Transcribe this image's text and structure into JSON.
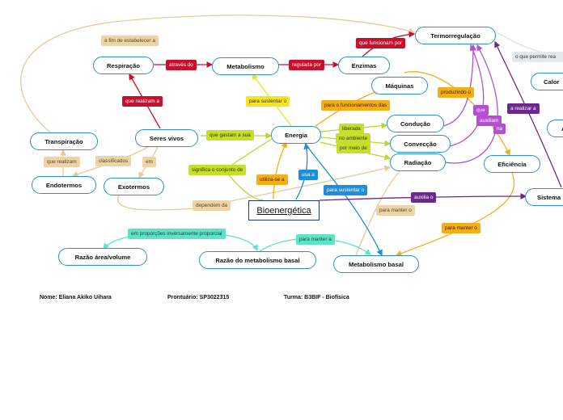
{
  "title": "Bioenergética",
  "nodes": {
    "termorregulacao": "Termorregulação",
    "respiracao": "Respiração",
    "metabolismo": "Metabolismo",
    "enzimas": "Enzimas",
    "maquinas": "Máquinas",
    "calor": "Calor",
    "a_partial": "A",
    "conducao": "Condução",
    "conveccao": "Convecção",
    "radiacao": "Radiação",
    "eficiencia": "Eficiência",
    "sistema": "Sistema",
    "transpiracao": "Transpiração",
    "seres_vivos": "Seres vivos",
    "energia": "Energia",
    "endotermos": "Endotermos",
    "exotermos": "Exotermos",
    "razao_area_volume": "Razão área/volume",
    "razao_metabolismo_basal": "Razão do metabolismo basal",
    "metabolismo_basal": "Metabolismo basal"
  },
  "links": {
    "a_fim_de_estabelecer_a": "a fim de estabelecer a",
    "que_funcionam_por": "que funcionam por",
    "atraves_do": "através do",
    "regulada_por": "regulada por",
    "que_realizam_a": "que realizam a",
    "para_sustentar_o": "para sustentar o",
    "para_o_funcionamentos_das": "para o funcionamentos das",
    "produzindo_o": "produzindo o",
    "que": "que",
    "auxiliam": "auxiliam",
    "na": "na",
    "a_realizar_a": "a realizar a",
    "o_que_permite_rea": "o que permite rea",
    "que_gastam_a_sua": "que gastam a sua",
    "liberada": "liberada",
    "no_ambiente": "no ambiente",
    "por_meio_de": "por meio de",
    "que_realizam": "que realizam",
    "classificados": "classificados",
    "em": "em",
    "significa_o_conjunto_de": "significa o conjunto de",
    "utiliza_se_a": "utiliza-se a",
    "usa_a": "usa a",
    "para_sustentar_o_blue": "para sustentar o",
    "auxilia_o": "auxilia o",
    "dependem_da": "dependem da",
    "para_manter_o": "para manter o",
    "para_manter_o_orange": "para manter o",
    "em_proporcoes": "em proporções inversamente proporcial",
    "para_manter_a": "para manter a"
  },
  "footer": {
    "nome": "Nome: Eliana Akiko Uihara",
    "prontuario": "Prontuário: SP3022315",
    "turma": "Turma: B3BIF - Biofísica"
  },
  "colors": {
    "node_border": "#2a8fc9",
    "main_border": "#1b3d6e",
    "red": "#c8102e",
    "tan": "#ecd4a8",
    "yellow": "#f5e51e",
    "lime": "#c5df2c",
    "orange": "#f5ad1a",
    "blue": "#1e8fd6",
    "purple": "#6a2a8c",
    "violet": "#b44fd1",
    "teal": "#5fe3c8",
    "grey": "#e3e8e8"
  }
}
